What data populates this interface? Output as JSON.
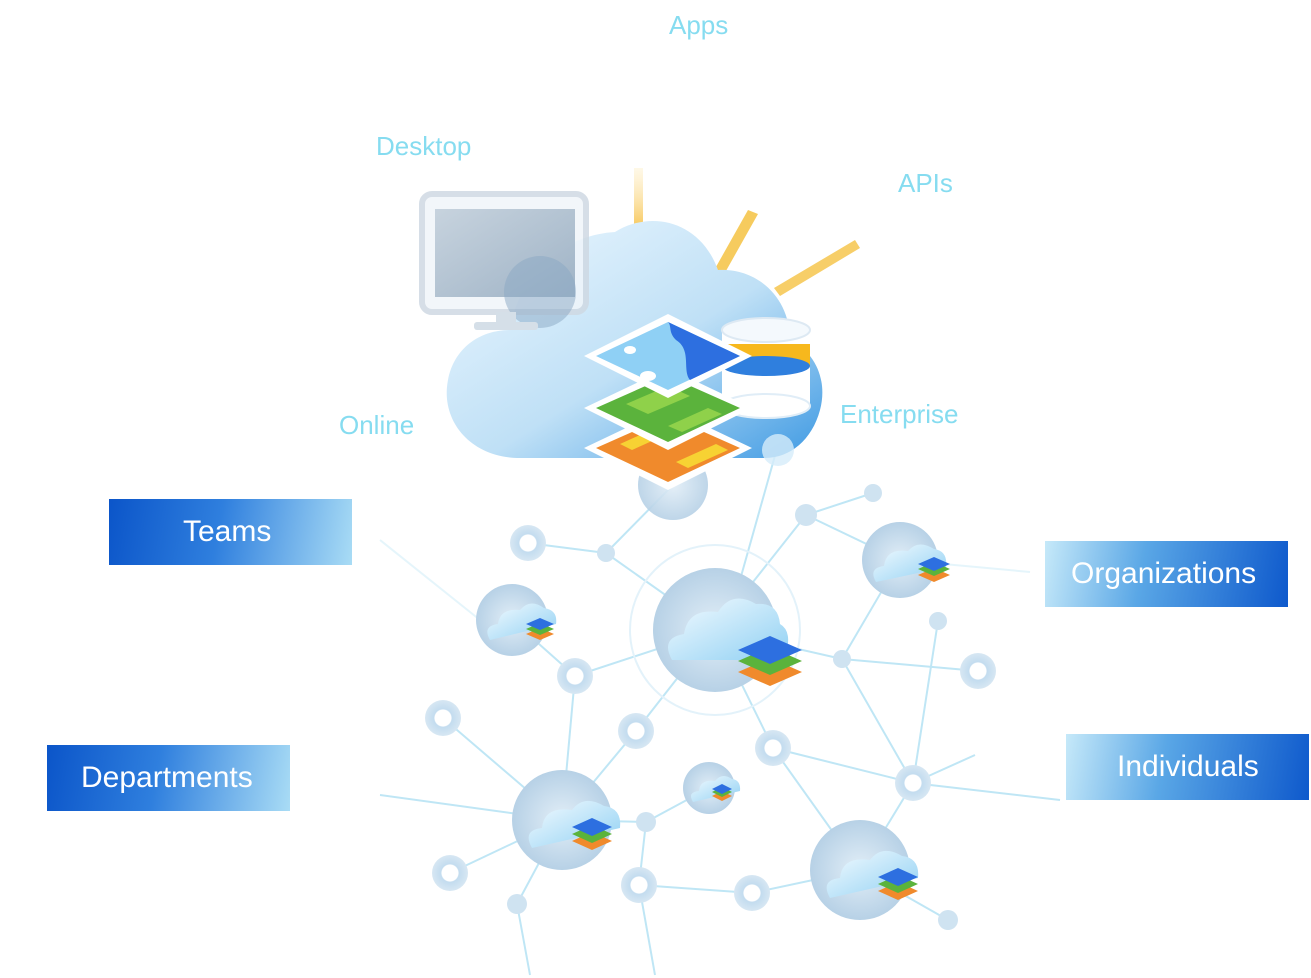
{
  "platforms": {
    "apps": "Apps",
    "desktop": "Desktop",
    "apis": "APIs",
    "online": "Online",
    "enterprise": "Enterprise"
  },
  "audiences": {
    "teams": "Teams",
    "organizations": "Organizations",
    "departments": "Departments",
    "individuals": "Individuals"
  },
  "colors": {
    "label_cyan": "#86dcf0",
    "badge_blue": "#0b55c9",
    "cloud_light": "#cfe8f8",
    "cloud_blue": "#4fa6e6",
    "beam_yellow": "#f5c242",
    "network_line": "#b8e6f4",
    "layer_blue": "#2d6fe0",
    "layer_green": "#5bb33c",
    "layer_orange": "#f08a2c"
  }
}
